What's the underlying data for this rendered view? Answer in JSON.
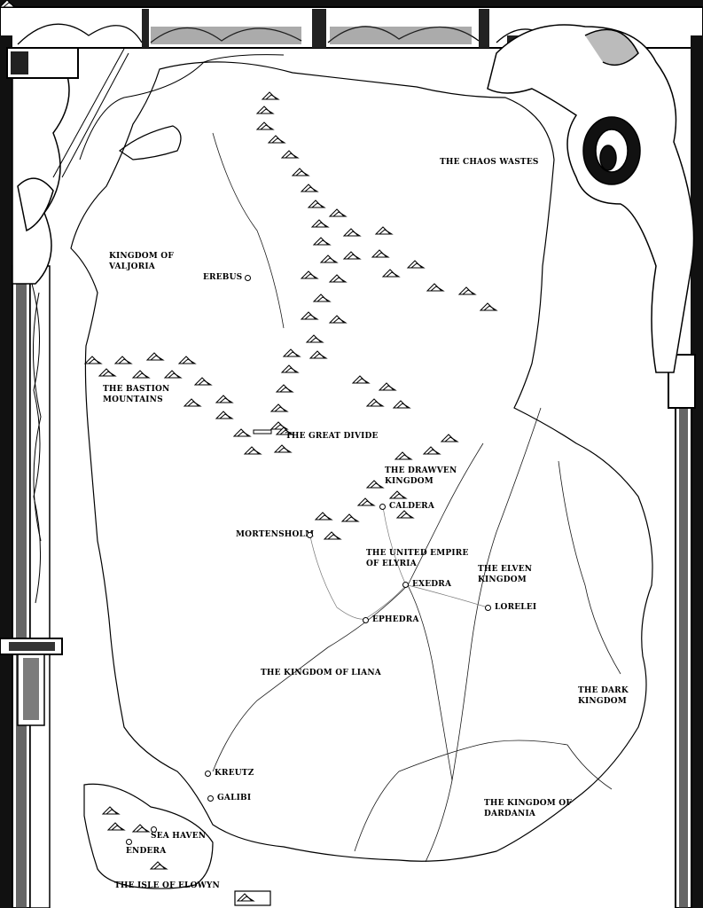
{
  "map": {
    "regions": {
      "chaos_wastes": "THE CHAOS WASTES",
      "valjoria": [
        "KINGDOM OF",
        "VALJORIA"
      ],
      "bastion": [
        "THE BASTION",
        "MOUNTAINS"
      ],
      "great_divide": "THE GREAT DIVIDE",
      "drawven": [
        "THE DRAWVEN",
        "KINGDOM"
      ],
      "united_empire": [
        "THE UNITED EMPIRE",
        "OF ELYRIA"
      ],
      "elven": [
        "THE ELVEN",
        "KINGDOM"
      ],
      "liana": "THE KINGDOM OF LIANA",
      "dark": [
        "THE DARK",
        "KINGDOM"
      ],
      "dardania": [
        "THE KINGDOM OF",
        "DARDANIA"
      ],
      "isle": "THE ISLE OF ELOWYN"
    },
    "cities": {
      "erebus": "EREBUS",
      "caldera": "CALDERA",
      "mortensholm": "MORTENSHOLM",
      "exedra": "EXEDRA",
      "lorelei": "LORELEI",
      "ephedra": "EPHEDRA",
      "kreutz": "KREUTZ",
      "galibi": "GALIBI",
      "sea_haven": "SEA HAVEN",
      "endera": "ENDERA"
    }
  }
}
